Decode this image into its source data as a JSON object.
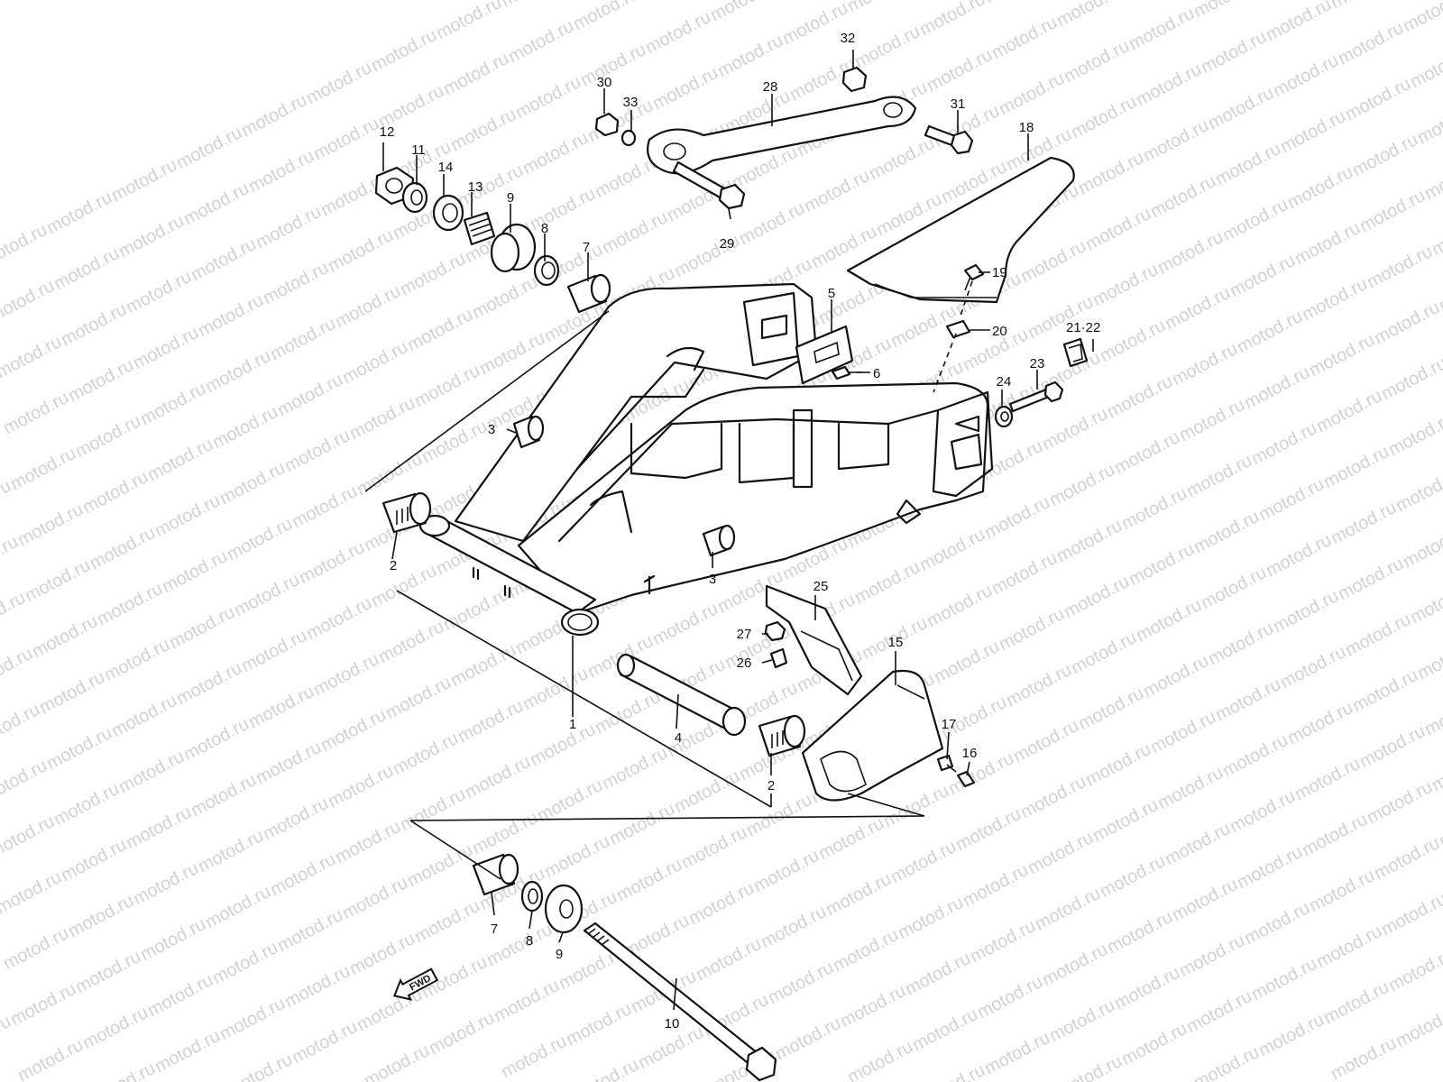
{
  "watermark": "motod.ru",
  "fwd_label": "FWD",
  "callouts": {
    "c1": "1",
    "c2a": "2",
    "c2b": "2",
    "c3a": "3",
    "c3b": "3",
    "c4": "4",
    "c5": "5",
    "c6": "6",
    "c7a": "7",
    "c7b": "7",
    "c8a": "8",
    "c8b": "8",
    "c9a": "9",
    "c9b": "9",
    "c10": "10",
    "c11": "11",
    "c12": "12",
    "c13": "13",
    "c14": "14",
    "c15": "15",
    "c16": "16",
    "c17": "17",
    "c18": "18",
    "c19": "19",
    "c20": "20",
    "c21_22": "21·22",
    "c23": "23",
    "c24": "24",
    "c25": "25",
    "c26": "26",
    "c27": "27",
    "c28": "28",
    "c29": "29",
    "c30": "30",
    "c31": "31",
    "c32": "32",
    "c33": "33"
  },
  "colors": {
    "line": "#111111",
    "watermark": "#d2d2d2",
    "background": "#ffffff"
  }
}
